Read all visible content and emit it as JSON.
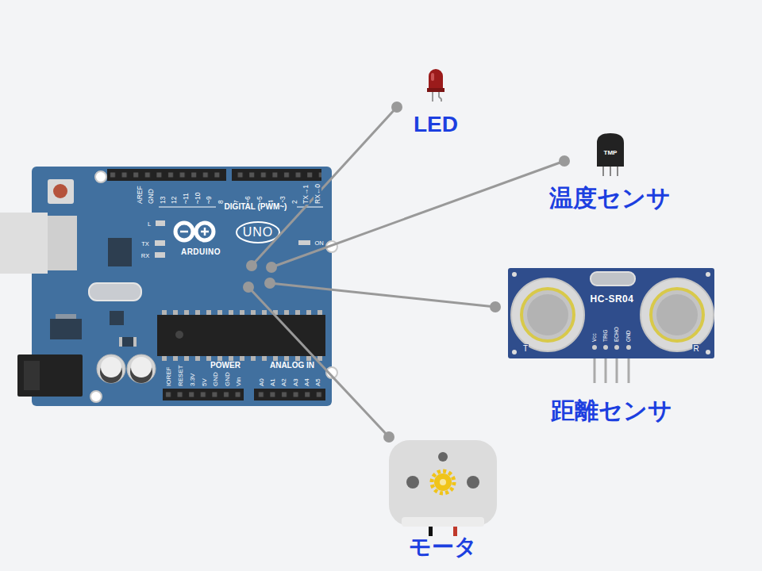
{
  "diagram": {
    "nodes": [
      {
        "text": [
          "ARDUINO",
          "UNO"
        ]
      },
      {
        "text": [
          "LED"
        ]
      },
      {
        "text": [
          "TMP",
          "温度センサ"
        ]
      },
      {
        "text": [
          "HC-SR04",
          "距離センサ"
        ]
      },
      {
        "text": [
          "モータ"
        ]
      }
    ],
    "edges": [
      {
        "from": 0,
        "to": 1,
        "arrow": "none"
      },
      {
        "from": 0,
        "to": 2,
        "arrow": "none"
      },
      {
        "from": 0,
        "to": 3,
        "arrow": "none"
      },
      {
        "from": 0,
        "to": 4,
        "arrow": "none"
      }
    ],
    "labels": [
      "AREF",
      "GND",
      "13",
      "12",
      "~11",
      "~10",
      "~9",
      "8",
      "7",
      "~6",
      "~5",
      "4",
      "~3",
      "2",
      "TX→1",
      "RX←0",
      "DIGITAL (PWM~)",
      "L",
      "TX",
      "RX",
      "ON",
      "IOREF",
      "RESET",
      "3.3V",
      "5V",
      "GND",
      "GND",
      "Vin",
      "POWER",
      "ANALOG IN",
      "A0",
      "A1",
      "A2",
      "A3",
      "A4",
      "A5",
      "Vcc",
      "TRIG",
      "ECHO",
      "GND",
      "T",
      "R"
    ]
  }
}
